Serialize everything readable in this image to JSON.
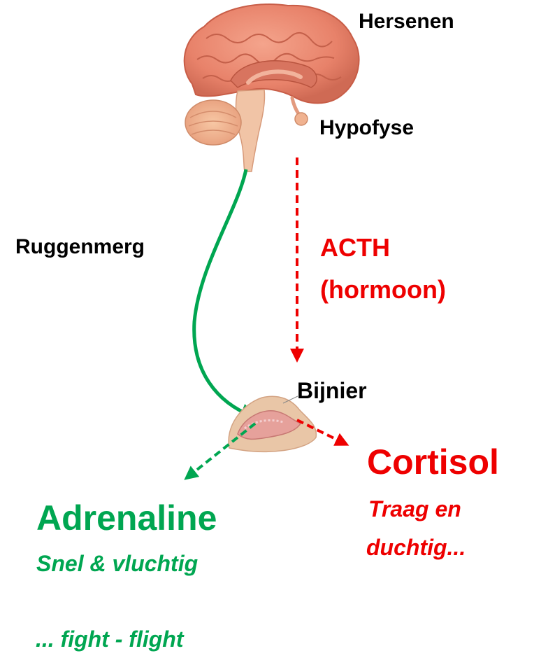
{
  "labels": {
    "hersenen": "Hersenen",
    "hypofyse": "Hypofyse",
    "ruggenmerg": "Ruggenmerg",
    "acth": "ACTH",
    "acth_sub": "(hormoon)",
    "bijnier": "Bijnier",
    "cortisol": "Cortisol",
    "cortisol_desc_1": "Traag en",
    "cortisol_desc_2": "duchtig...",
    "adrenaline": "Adrenaline",
    "adrenaline_desc": "Snel & vluchtig",
    "fight_flight": "... fight - flight"
  },
  "colors": {
    "neural_path": "#00a651",
    "hormonal_path": "#ee0000",
    "brain": "#e8826a",
    "adrenal": "#e9b0a2"
  },
  "illustrations": [
    "brain-illustration",
    "adrenal-gland-illustration"
  ]
}
